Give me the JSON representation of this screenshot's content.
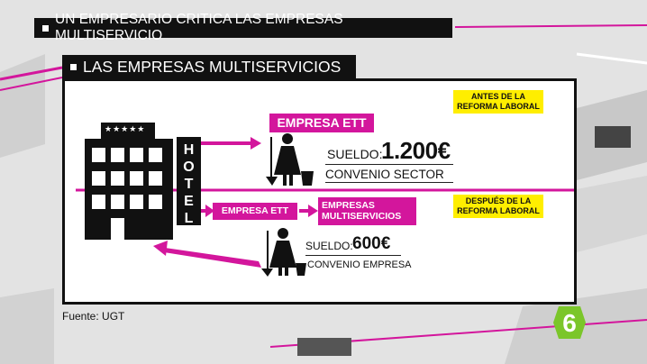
{
  "headline": "UN EMPRESARIO CRITICA LAS EMPRESAS MULTISERVICIO",
  "section_title": "LAS EMPRESAS MULTISERVICIOS",
  "hotel": {
    "sign": [
      "H",
      "O",
      "T",
      "E",
      "L"
    ],
    "stars": "★★★★★"
  },
  "note_before": "ANTES DE LA REFORMA LABORAL",
  "note_after": "DESPUÉS DE LA REFORMA LABORAL",
  "before": {
    "company": "EMPRESA ETT",
    "salary_label": "SUELDO:",
    "salary_value": "1.200€",
    "agreement": "CONVENIO SECTOR"
  },
  "after": {
    "company_1": "EMPRESA ETT",
    "company_2": "EMPRESAS MULTISERVICIOS",
    "salary_label": "SUELDO:",
    "salary_value": "600€",
    "agreement": "CONVENIO EMPRESA"
  },
  "source": "Fuente: UGT",
  "channel_logo": "6",
  "colors": {
    "magenta": "#d3169c",
    "yellow": "#ffee00",
    "bar": "#111111",
    "green": "#7bc62a"
  },
  "icons": [
    "cleaning-lady-icon",
    "hotel-building-icon",
    "arrow-right-icon",
    "arrow-left-icon"
  ]
}
